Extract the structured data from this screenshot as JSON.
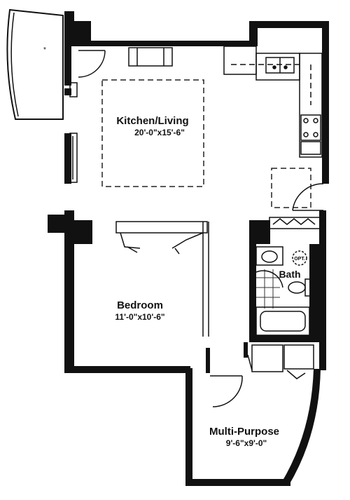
{
  "rooms": {
    "kitchen_living": {
      "name": "Kitchen/Living",
      "dims": "20'-0\"x15'-6\""
    },
    "bedroom": {
      "name": "Bedroom",
      "dims": "11'-0\"x10'-6\""
    },
    "bath": {
      "name": "Bath"
    },
    "multi_purpose": {
      "name": "Multi-Purpose",
      "dims": "9'-6\"x9'-0\""
    }
  },
  "fixtures": {
    "opt_label": "OPT."
  },
  "colors": {
    "wall": "#111111",
    "line": "#222222",
    "paper": "#ffffff"
  }
}
